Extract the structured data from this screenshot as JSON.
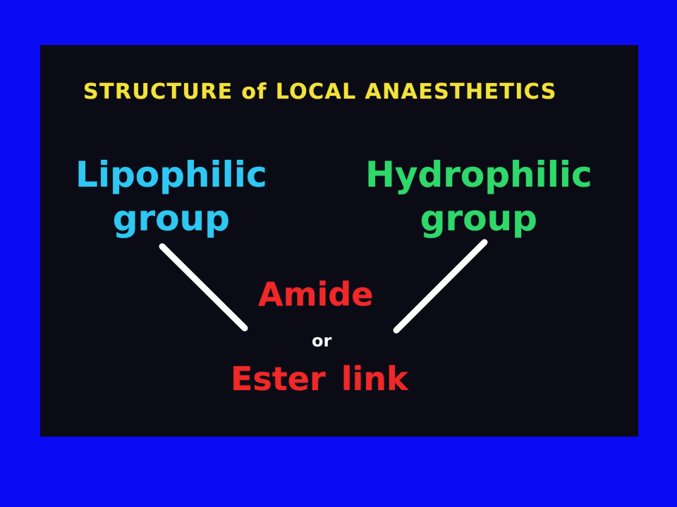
{
  "title": "STRUCTURE of LOCAL ANAESTHETICS",
  "lipophilic": {
    "line1": "Lipophilic",
    "line2": "group"
  },
  "hydrophilic": {
    "line1": "Hydrophilic",
    "line2": "group"
  },
  "link": {
    "amide": "Amide",
    "or": "or",
    "ester": "Ester link"
  },
  "colors": {
    "background": "#0A0AF5",
    "slide": "#0B0B16",
    "title": "#F2E23A",
    "lipophilic": "#2EC8F2",
    "hydrophilic": "#2FD86A",
    "link": "#F02828",
    "connector": "#FFFFFF"
  }
}
